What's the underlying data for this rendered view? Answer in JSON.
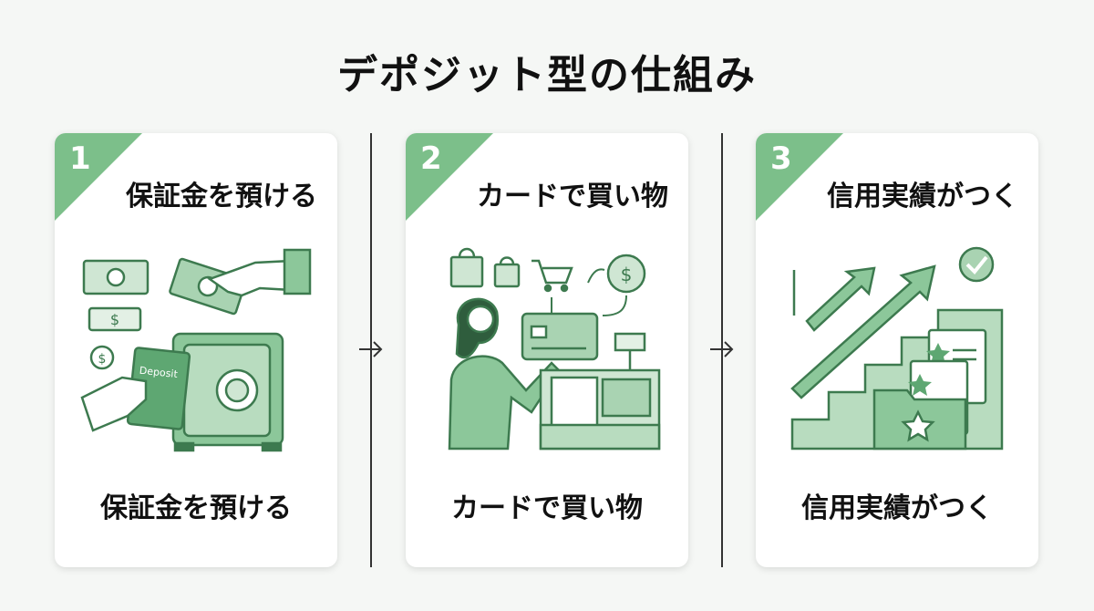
{
  "title": "デポジット型の仕組み",
  "steps": [
    {
      "number": "1",
      "heading": "保証金を預ける",
      "caption": "保証金を預ける",
      "passbook_label": "Deposit"
    },
    {
      "number": "2",
      "heading": "カードで買い物",
      "caption": "カードで買い物"
    },
    {
      "number": "3",
      "heading": "信用実績がつく",
      "caption": "信用実績がつく"
    }
  ],
  "colors": {
    "accent": "#7cbf8a",
    "dark_green": "#3d7a4f",
    "light_green": "#cfe6d3"
  }
}
